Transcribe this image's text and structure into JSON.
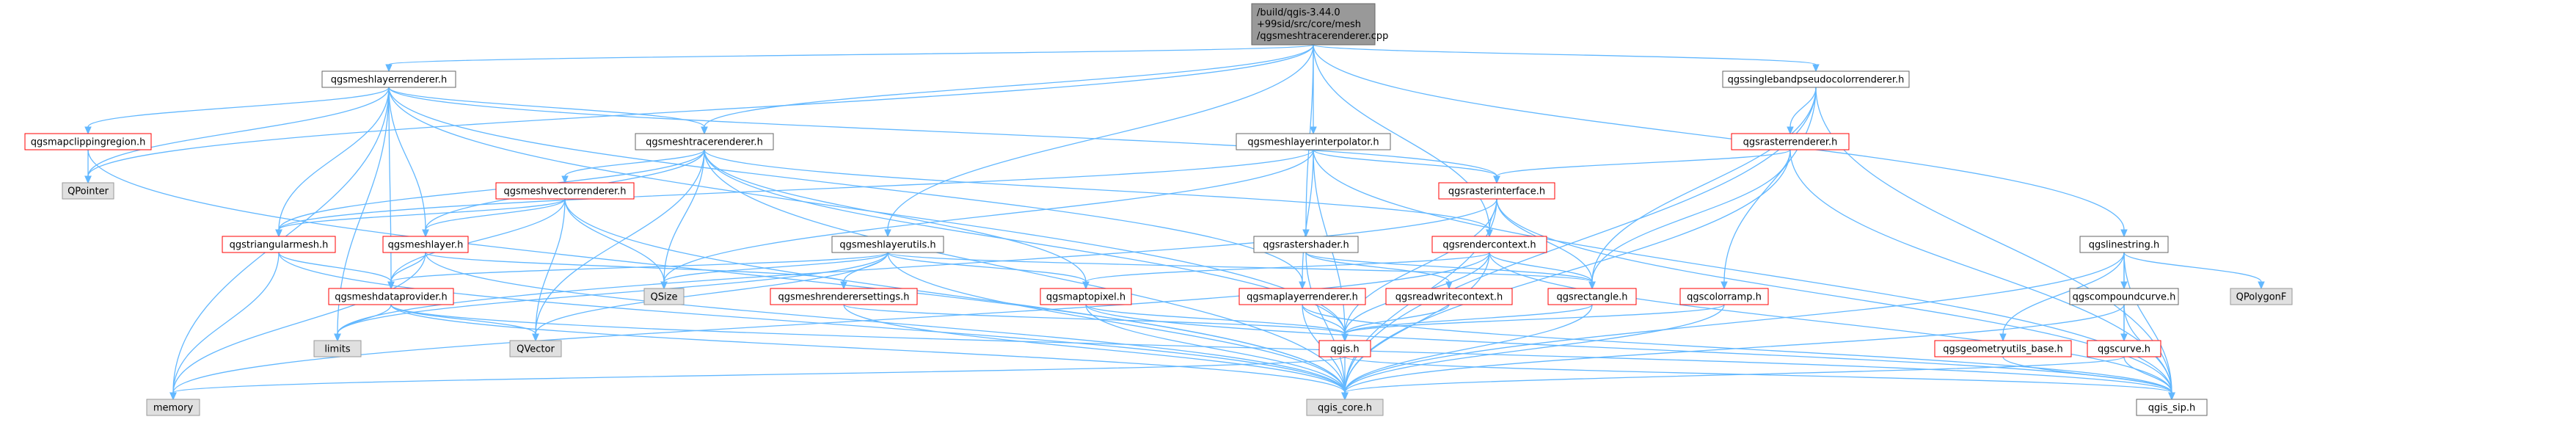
{
  "colors": {
    "node_fill": "#ffffff",
    "node_stroke_normal": "#666666",
    "node_stroke_incomplete": "#ff0000",
    "root_fill": "#999999",
    "external_fill": "#e0e0e0",
    "external_stroke": "#999999",
    "edge": "#63b8ff"
  },
  "root": {
    "label_lines": [
      "/build/qgis-3.44.0",
      "+99sid/src/core/mesh",
      "/qgsmeshtracerenderer.cpp"
    ]
  },
  "nodes": {
    "layerrenderer": {
      "label": "qgsmeshlayerrenderer.h",
      "kind": "normal"
    },
    "singleband": {
      "label": "qgssinglebandpseudocolorrenderer.h",
      "kind": "normal"
    },
    "clipping": {
      "label": "qgsmapclippingregion.h",
      "kind": "incomplete"
    },
    "tracerenderer": {
      "label": "qgsmeshtracerenderer.h",
      "kind": "normal"
    },
    "interpolator": {
      "label": "qgsmeshlayerinterpolator.h",
      "kind": "normal"
    },
    "rasterrenderer": {
      "label": "qgsrasterrenderer.h",
      "kind": "incomplete"
    },
    "qpointer": {
      "label": "QPointer",
      "kind": "external"
    },
    "vectorrenderer": {
      "label": "qgsmeshvectorrenderer.h",
      "kind": "incomplete"
    },
    "rasterinterface": {
      "label": "qgsrasterinterface.h",
      "kind": "incomplete"
    },
    "trimesh": {
      "label": "qgstriangularmesh.h",
      "kind": "incomplete"
    },
    "meshlayer": {
      "label": "qgsmeshlayer.h",
      "kind": "incomplete"
    },
    "layerutils": {
      "label": "qgsmeshlayerutils.h",
      "kind": "normal"
    },
    "rastershader": {
      "label": "qgsrastershader.h",
      "kind": "normal"
    },
    "rendercontext": {
      "label": "qgsrendercontext.h",
      "kind": "incomplete"
    },
    "linestring": {
      "label": "qgslinestring.h",
      "kind": "normal"
    },
    "qsize": {
      "label": "QSize",
      "kind": "external"
    },
    "dataprovider": {
      "label": "qgsmeshdataprovider.h",
      "kind": "incomplete"
    },
    "renderersettings": {
      "label": "qgsmeshrenderersettings.h",
      "kind": "incomplete"
    },
    "maptopixel": {
      "label": "qgsmaptopixel.h",
      "kind": "incomplete"
    },
    "maplayerrenderer": {
      "label": "qgsmaplayerrenderer.h",
      "kind": "incomplete"
    },
    "readwritecontext": {
      "label": "qgsreadwritecontext.h",
      "kind": "incomplete"
    },
    "rectangle": {
      "label": "qgsrectangle.h",
      "kind": "incomplete"
    },
    "colorramp": {
      "label": "qgscolorramp.h",
      "kind": "incomplete"
    },
    "compoundcurve": {
      "label": "qgscompoundcurve.h",
      "kind": "normal"
    },
    "qpolygonf": {
      "label": "QPolygonF",
      "kind": "external"
    },
    "limits": {
      "label": "limits",
      "kind": "external"
    },
    "qvector": {
      "label": "QVector",
      "kind": "external"
    },
    "qgish": {
      "label": "qgis.h",
      "kind": "incomplete"
    },
    "geomutils": {
      "label": "qgsgeometryutils_base.h",
      "kind": "incomplete"
    },
    "curve": {
      "label": "qgscurve.h",
      "kind": "incomplete"
    },
    "memory": {
      "label": "memory",
      "kind": "external"
    },
    "qgiscore": {
      "label": "qgis_core.h",
      "kind": "external"
    },
    "qgissip": {
      "label": "qgis_sip.h",
      "kind": "normal"
    }
  },
  "edges": [
    [
      "root",
      "layerrenderer"
    ],
    [
      "root",
      "tracerenderer"
    ],
    [
      "root",
      "interpolator"
    ],
    [
      "root",
      "layerutils"
    ],
    [
      "root",
      "rastershader"
    ],
    [
      "root",
      "rendercontext"
    ],
    [
      "root",
      "singleband"
    ],
    [
      "root",
      "linestring"
    ],
    [
      "root",
      "qpointer"
    ],
    [
      "layerrenderer",
      "memory"
    ],
    [
      "layerrenderer",
      "clipping"
    ],
    [
      "layerrenderer",
      "qpointer"
    ],
    [
      "layerrenderer",
      "tracerenderer"
    ],
    [
      "layerrenderer",
      "trimesh"
    ],
    [
      "layerrenderer",
      "meshlayer"
    ],
    [
      "layerrenderer",
      "dataprovider"
    ],
    [
      "layerrenderer",
      "maplayerrenderer"
    ],
    [
      "layerrenderer",
      "rasterinterface"
    ],
    [
      "layerrenderer",
      "limits"
    ],
    [
      "layerrenderer",
      "qgish"
    ],
    [
      "clipping",
      "qpointer"
    ],
    [
      "clipping",
      "qgiscore"
    ],
    [
      "tracerenderer",
      "vectorrenderer"
    ],
    [
      "tracerenderer",
      "trimesh"
    ],
    [
      "tracerenderer",
      "meshlayer"
    ],
    [
      "tracerenderer",
      "maptopixel"
    ],
    [
      "tracerenderer",
      "rendercontext"
    ],
    [
      "tracerenderer",
      "qsize"
    ],
    [
      "tracerenderer",
      "qvector"
    ],
    [
      "tracerenderer",
      "qgiscore"
    ],
    [
      "tracerenderer",
      "qgish"
    ],
    [
      "interpolator",
      "trimesh"
    ],
    [
      "interpolator",
      "rasterinterface"
    ],
    [
      "interpolator",
      "maplayerrenderer"
    ],
    [
      "interpolator",
      "qsize"
    ],
    [
      "interpolator",
      "qgish"
    ],
    [
      "interpolator",
      "qgissip"
    ],
    [
      "vectorrenderer",
      "trimesh"
    ],
    [
      "vectorrenderer",
      "meshlayer"
    ],
    [
      "vectorrenderer",
      "dataprovider"
    ],
    [
      "vectorrenderer",
      "qsize"
    ],
    [
      "vectorrenderer",
      "qvector"
    ],
    [
      "vectorrenderer",
      "qgiscore"
    ],
    [
      "trimesh",
      "dataprovider"
    ],
    [
      "trimesh",
      "memory"
    ],
    [
      "trimesh",
      "qgiscore"
    ],
    [
      "meshlayer",
      "dataprovider"
    ],
    [
      "meshlayer",
      "renderersettings"
    ],
    [
      "meshlayer",
      "memory"
    ],
    [
      "meshlayer",
      "qgiscore"
    ],
    [
      "layerutils",
      "dataprovider"
    ],
    [
      "layerutils",
      "renderersettings"
    ],
    [
      "layerutils",
      "maptopixel"
    ],
    [
      "layerutils",
      "rectangle"
    ],
    [
      "layerutils",
      "qsize"
    ],
    [
      "layerutils",
      "qvector"
    ],
    [
      "layerutils",
      "limits"
    ],
    [
      "layerutils",
      "qgiscore"
    ],
    [
      "dataprovider",
      "qvector"
    ],
    [
      "dataprovider",
      "qgiscore"
    ],
    [
      "dataprovider",
      "qgissip"
    ],
    [
      "dataprovider",
      "limits"
    ],
    [
      "renderersettings",
      "qgiscore"
    ],
    [
      "renderersettings",
      "qgish"
    ],
    [
      "maptopixel",
      "qgiscore"
    ],
    [
      "maptopixel",
      "qgish"
    ],
    [
      "maptopixel",
      "qgissip"
    ],
    [
      "maplayerrenderer",
      "qgiscore"
    ],
    [
      "maplayerrenderer",
      "qgish"
    ],
    [
      "maplayerrenderer",
      "qgissip"
    ],
    [
      "rasterinterface",
      "rendercontext"
    ],
    [
      "rasterinterface",
      "rectangle"
    ],
    [
      "rasterinterface",
      "qgiscore"
    ],
    [
      "rasterinterface",
      "qgish"
    ],
    [
      "rasterinterface",
      "qgissip"
    ],
    [
      "rasterinterface",
      "limits"
    ],
    [
      "rendercontext",
      "rectangle"
    ],
    [
      "rendercontext",
      "maptopixel"
    ],
    [
      "rendercontext",
      "qgish"
    ],
    [
      "rendercontext",
      "qgiscore"
    ],
    [
      "rendercontext",
      "qgissip"
    ],
    [
      "rendercontext",
      "memory"
    ],
    [
      "rastershader",
      "readwritecontext"
    ],
    [
      "rastershader",
      "rectangle"
    ],
    [
      "rastershader",
      "qgiscore"
    ],
    [
      "readwritecontext",
      "qgish"
    ],
    [
      "rectangle",
      "qgish"
    ],
    [
      "rectangle",
      "qgiscore"
    ],
    [
      "singleband",
      "rasterrenderer"
    ],
    [
      "singleband",
      "colorramp"
    ],
    [
      "singleband",
      "rectangle"
    ],
    [
      "singleband",
      "qgiscore"
    ],
    [
      "singleband",
      "qgissip"
    ],
    [
      "rasterrenderer",
      "rasterinterface"
    ],
    [
      "rasterrenderer",
      "rectangle"
    ],
    [
      "rasterrenderer",
      "qgiscore"
    ],
    [
      "rasterrenderer",
      "qgissip"
    ],
    [
      "colorramp",
      "qgish"
    ],
    [
      "colorramp",
      "qgiscore"
    ],
    [
      "linestring",
      "compoundcurve"
    ],
    [
      "linestring",
      "qpolygonf"
    ],
    [
      "linestring",
      "curve"
    ],
    [
      "linestring",
      "geomutils"
    ],
    [
      "linestring",
      "qgiscore"
    ],
    [
      "linestring",
      "qgissip"
    ],
    [
      "compoundcurve",
      "curve"
    ],
    [
      "compoundcurve",
      "qgiscore"
    ],
    [
      "compoundcurve",
      "qgissip"
    ],
    [
      "curve",
      "qgiscore"
    ],
    [
      "curve",
      "qgissip"
    ],
    [
      "geomutils",
      "qgissip"
    ],
    [
      "qgish",
      "memory"
    ],
    [
      "qgish",
      "qgiscore"
    ],
    [
      "qgish",
      "qgissip"
    ]
  ]
}
